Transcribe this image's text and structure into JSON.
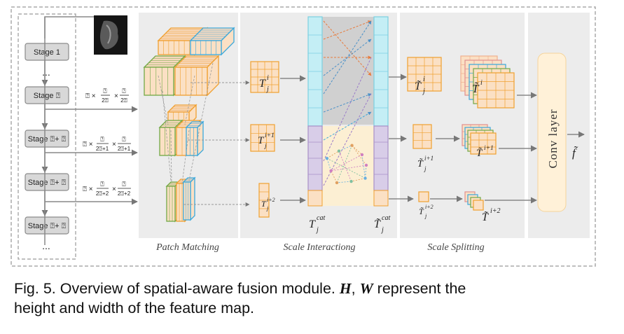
{
  "stages": [
    "Stage 1",
    "Stage ⍰",
    "Stage ⍰+ ⍰",
    "Stage ⍰+ ⍰",
    "Stage ⍰+ ⍰"
  ],
  "ellipsis_top": "...",
  "ellipsis_bottom": "...",
  "dims": [
    {
      "lead": "⍰ ×",
      "f1_num": "⍰",
      "f1_den": "2⍰",
      "mid": "×",
      "f2_num": "⍰",
      "f2_den": "2⍰"
    },
    {
      "lead": "⍰ ×",
      "f1_num": "⍰",
      "f1_den": "2⍰+1",
      "mid": "×",
      "f2_num": "⍰",
      "f2_den": "2⍰+1"
    },
    {
      "lead": "⍰ ×",
      "f1_num": "⍰",
      "f1_den": "2⍰+2",
      "mid": "×",
      "f2_num": "⍰",
      "f2_den": "2⍰+2"
    }
  ],
  "tokens": {
    "t1": "T",
    "t1_sup": "i",
    "t1_sub": "j",
    "t2": "T",
    "t2_sup": "i+1",
    "t2_sub": "j",
    "t3": "T",
    "t3_sup": "i+2",
    "t3_sub": "j",
    "cat": "T",
    "cat_sup": "cat",
    "cat_sub": "j",
    "tcat": "T̃",
    "tcat_sup": "cat",
    "tcat_sub": "j",
    "sp1": "T̃",
    "sp1_sup": "i",
    "sp1_sub": "j",
    "sp2": "T̃",
    "sp2_sup": "i+1",
    "sp2_sub": "j",
    "sp3": "T̃",
    "sp3_sup": "i+2",
    "sp3_sub": "j",
    "st1": "T̃",
    "st1_sup": "i",
    "st2": "T̃",
    "st2_sup": "i+1",
    "st3": "T̃",
    "st3_sup": "i+2",
    "f": "f̃"
  },
  "sections": {
    "patch": "Patch Matching",
    "interact": "Scale Interactiong",
    "split": "Scale Splitting"
  },
  "conv_label": "Conv layer",
  "caption": {
    "prefix": "Fig. 5.   Overview of spatial-aware fusion module.",
    "h": "H",
    "comma": ",",
    "w": "W",
    "line1_end": "represent the",
    "line2": "height and width of the feature map."
  },
  "colors": {
    "orange": "#f0a030",
    "green": "#72a845",
    "blue": "#3aa8dc",
    "peach": "#fbe0c4",
    "cyan": "#c4eef5",
    "lavender": "#d8cde8",
    "conv": "#fff1d8"
  }
}
